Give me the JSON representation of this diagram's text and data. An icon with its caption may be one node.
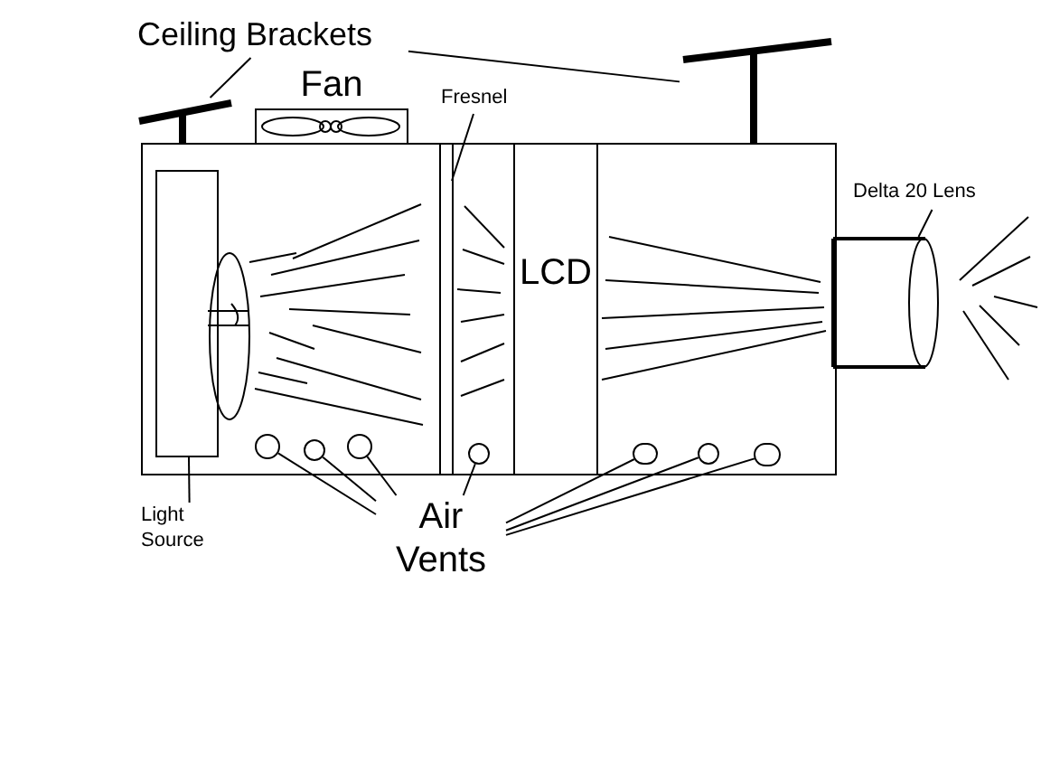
{
  "diagram": {
    "nodes": [
      {
        "text": [
          "Ceiling Brackets"
        ]
      },
      {
        "text": [],
        "shape": "bar"
      },
      {
        "text": [],
        "shape": "bar"
      },
      {
        "text": [
          "Fan"
        ]
      },
      {
        "text": [],
        "shape": "box"
      },
      {
        "text": [],
        "shape": "box",
        "in": 4
      },
      {
        "text": [
          "Light Source"
        ]
      },
      {
        "text": [
          "Fresnel"
        ]
      },
      {
        "text": [],
        "shape": "bar",
        "in": 4
      },
      {
        "text": [
          "LCD"
        ],
        "in": 4
      },
      {
        "text": [],
        "shape": "cylinder"
      },
      {
        "text": [
          "Delta 20 Lens"
        ]
      },
      {
        "text": [
          "Air Vents"
        ]
      },
      {
        "text": [],
        "shape": "circle",
        "in": 4
      },
      {
        "text": [],
        "shape": "circle",
        "in": 4
      },
      {
        "text": [],
        "shape": "circle",
        "in": 4
      },
      {
        "text": [],
        "shape": "circle",
        "in": 4
      },
      {
        "text": [],
        "shape": "circle",
        "in": 4
      },
      {
        "text": [],
        "shape": "circle",
        "in": 4
      },
      {
        "text": [],
        "shape": "circle",
        "in": 4
      }
    ],
    "edges": [
      {
        "from": 0,
        "to": 1,
        "arrow": "none"
      },
      {
        "from": 0,
        "to": 2,
        "arrow": "none"
      },
      {
        "from": 6,
        "to": 5,
        "arrow": "none"
      },
      {
        "from": 7,
        "to": 8,
        "arrow": "none"
      },
      {
        "from": 11,
        "to": 10,
        "arrow": "none"
      },
      {
        "from": 12,
        "to": 13,
        "arrow": "none"
      },
      {
        "from": 12,
        "to": 14,
        "arrow": "none"
      },
      {
        "from": 12,
        "to": 15,
        "arrow": "none"
      },
      {
        "from": 12,
        "to": 16,
        "arrow": "none"
      },
      {
        "from": 12,
        "to": 17,
        "arrow": "none"
      },
      {
        "from": 12,
        "to": 18,
        "arrow": "none"
      },
      {
        "from": 12,
        "to": 19,
        "arrow": "none"
      }
    ]
  }
}
